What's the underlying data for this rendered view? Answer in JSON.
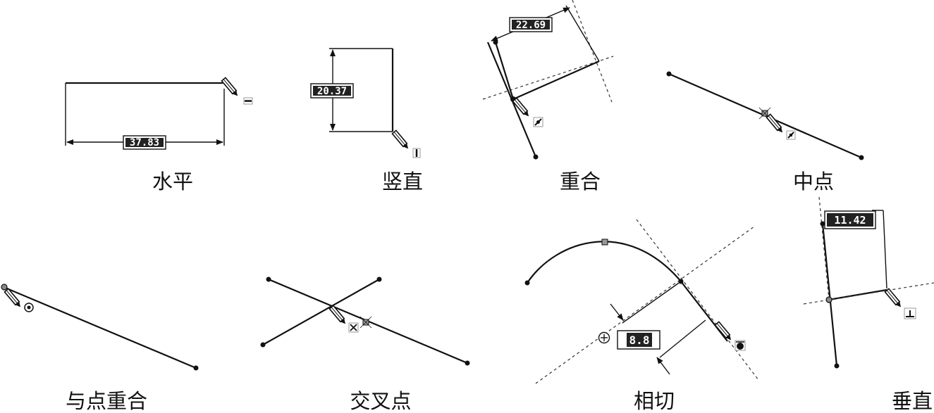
{
  "panels": [
    {
      "caption": "水平",
      "dimension": "37.83",
      "icon": "horizontal-constraint-icon"
    },
    {
      "caption": "竖直",
      "dimension": "20.37",
      "icon": "vertical-constraint-icon"
    },
    {
      "caption": "重合",
      "dimension": "22.69",
      "icon": "coincident-constraint-icon"
    },
    {
      "caption": "中点",
      "icon": "midpoint-constraint-icon"
    },
    {
      "caption": "与点重合",
      "icon": "point-coincident-constraint-icon"
    },
    {
      "caption": "交叉点",
      "icon": "intersection-constraint-icon"
    },
    {
      "caption": "相切",
      "dimension": "8.8",
      "icon": "tangent-constraint-icon"
    },
    {
      "caption": "垂直",
      "dimension": "11.42",
      "icon": "perpendicular-constraint-icon"
    }
  ]
}
